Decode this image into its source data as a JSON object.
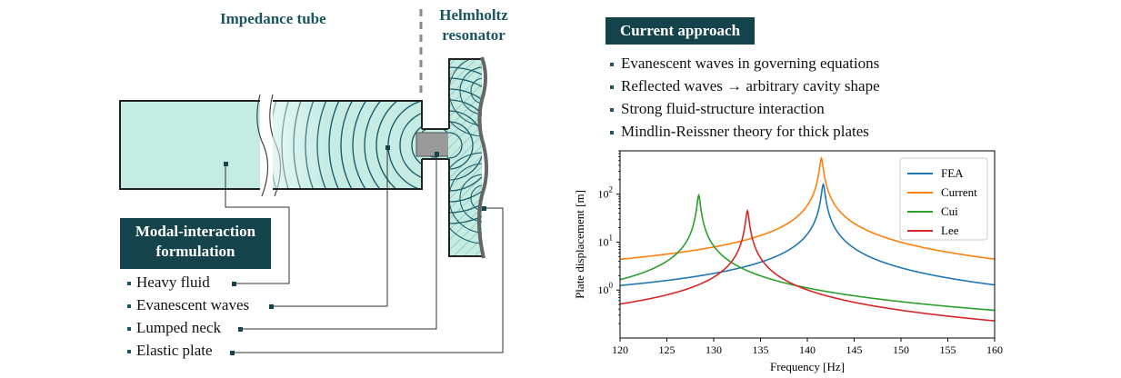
{
  "diagram": {
    "impedance_tube_label": "Impedance tube",
    "helmholtz_label_line1": "Helmholtz",
    "helmholtz_label_line2": "resonator",
    "modal_box_line1": "Modal-interaction",
    "modal_box_line2": "formulation",
    "modal_items": [
      "Heavy fluid",
      "Evanescent waves",
      "Lumped neck",
      "Elastic plate"
    ],
    "current_box": "Current approach",
    "current_items": [
      "Evanescent waves in governing equations",
      "Reflected waves → arbitrary cavity shape",
      "Strong fluid-structure interaction",
      "Mindlin-Reissner theory for thick plates"
    ],
    "colors": {
      "tube_fill": "#c4ece3",
      "wave": "#1d5e6b",
      "dark": "#15434b",
      "neck": "#999999"
    }
  },
  "chart_data": {
    "type": "line",
    "xlabel": "Frequency [Hz]",
    "ylabel": "Plate displacement [m]",
    "xlim": [
      120,
      160
    ],
    "ylim": [
      0.1,
      800
    ],
    "yscale": "log",
    "xticks": [
      120,
      125,
      130,
      135,
      140,
      145,
      150,
      155,
      160
    ],
    "yticks": [
      {
        "value": 1,
        "base": "10",
        "exp": "0"
      },
      {
        "value": 10,
        "base": "10",
        "exp": "1"
      },
      {
        "value": 100,
        "base": "10",
        "exp": "2"
      }
    ],
    "legend_position": "top-right",
    "series": [
      {
        "name": "FEA",
        "color": "#1f77b4",
        "peak_freq": 141.7,
        "peak_value": 160
      },
      {
        "name": "Current",
        "color": "#ff7f0e",
        "peak_freq": 141.5,
        "peak_value": 560
      },
      {
        "name": "Cui",
        "color": "#2ca02c",
        "peak_freq": 128.4,
        "peak_value": 95
      },
      {
        "name": "Lee",
        "color": "#d62728",
        "peak_freq": 133.6,
        "peak_value": 45
      }
    ]
  }
}
